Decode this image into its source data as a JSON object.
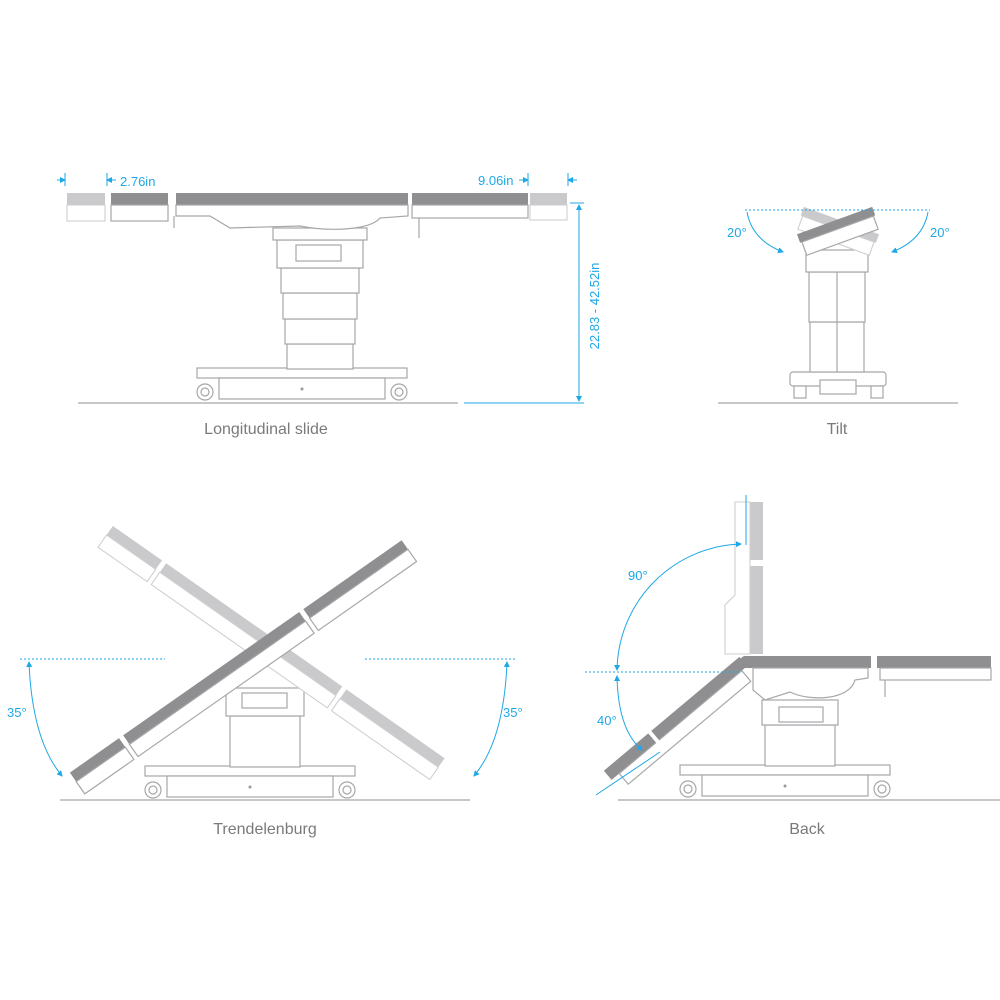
{
  "panels": {
    "longitudinal": {
      "caption": "Longitudinal slide",
      "dim_left": "2.76in",
      "dim_right": "9.06in",
      "dim_height": "22.83 - 42.52in"
    },
    "tilt": {
      "caption": "Tilt",
      "angle_left": "20°",
      "angle_right": "20°"
    },
    "trendelenburg": {
      "caption": "Trendelenburg",
      "angle_left": "35°",
      "angle_right": "35°"
    },
    "back": {
      "caption": "Back",
      "angle_up": "90°",
      "angle_down": "40°"
    }
  },
  "colors": {
    "dimension": "#1ea8e6",
    "pad": "#8f8f92",
    "pad_light": "#cacacc",
    "line": "#a7a7a9",
    "caption": "#7a7a7c"
  }
}
